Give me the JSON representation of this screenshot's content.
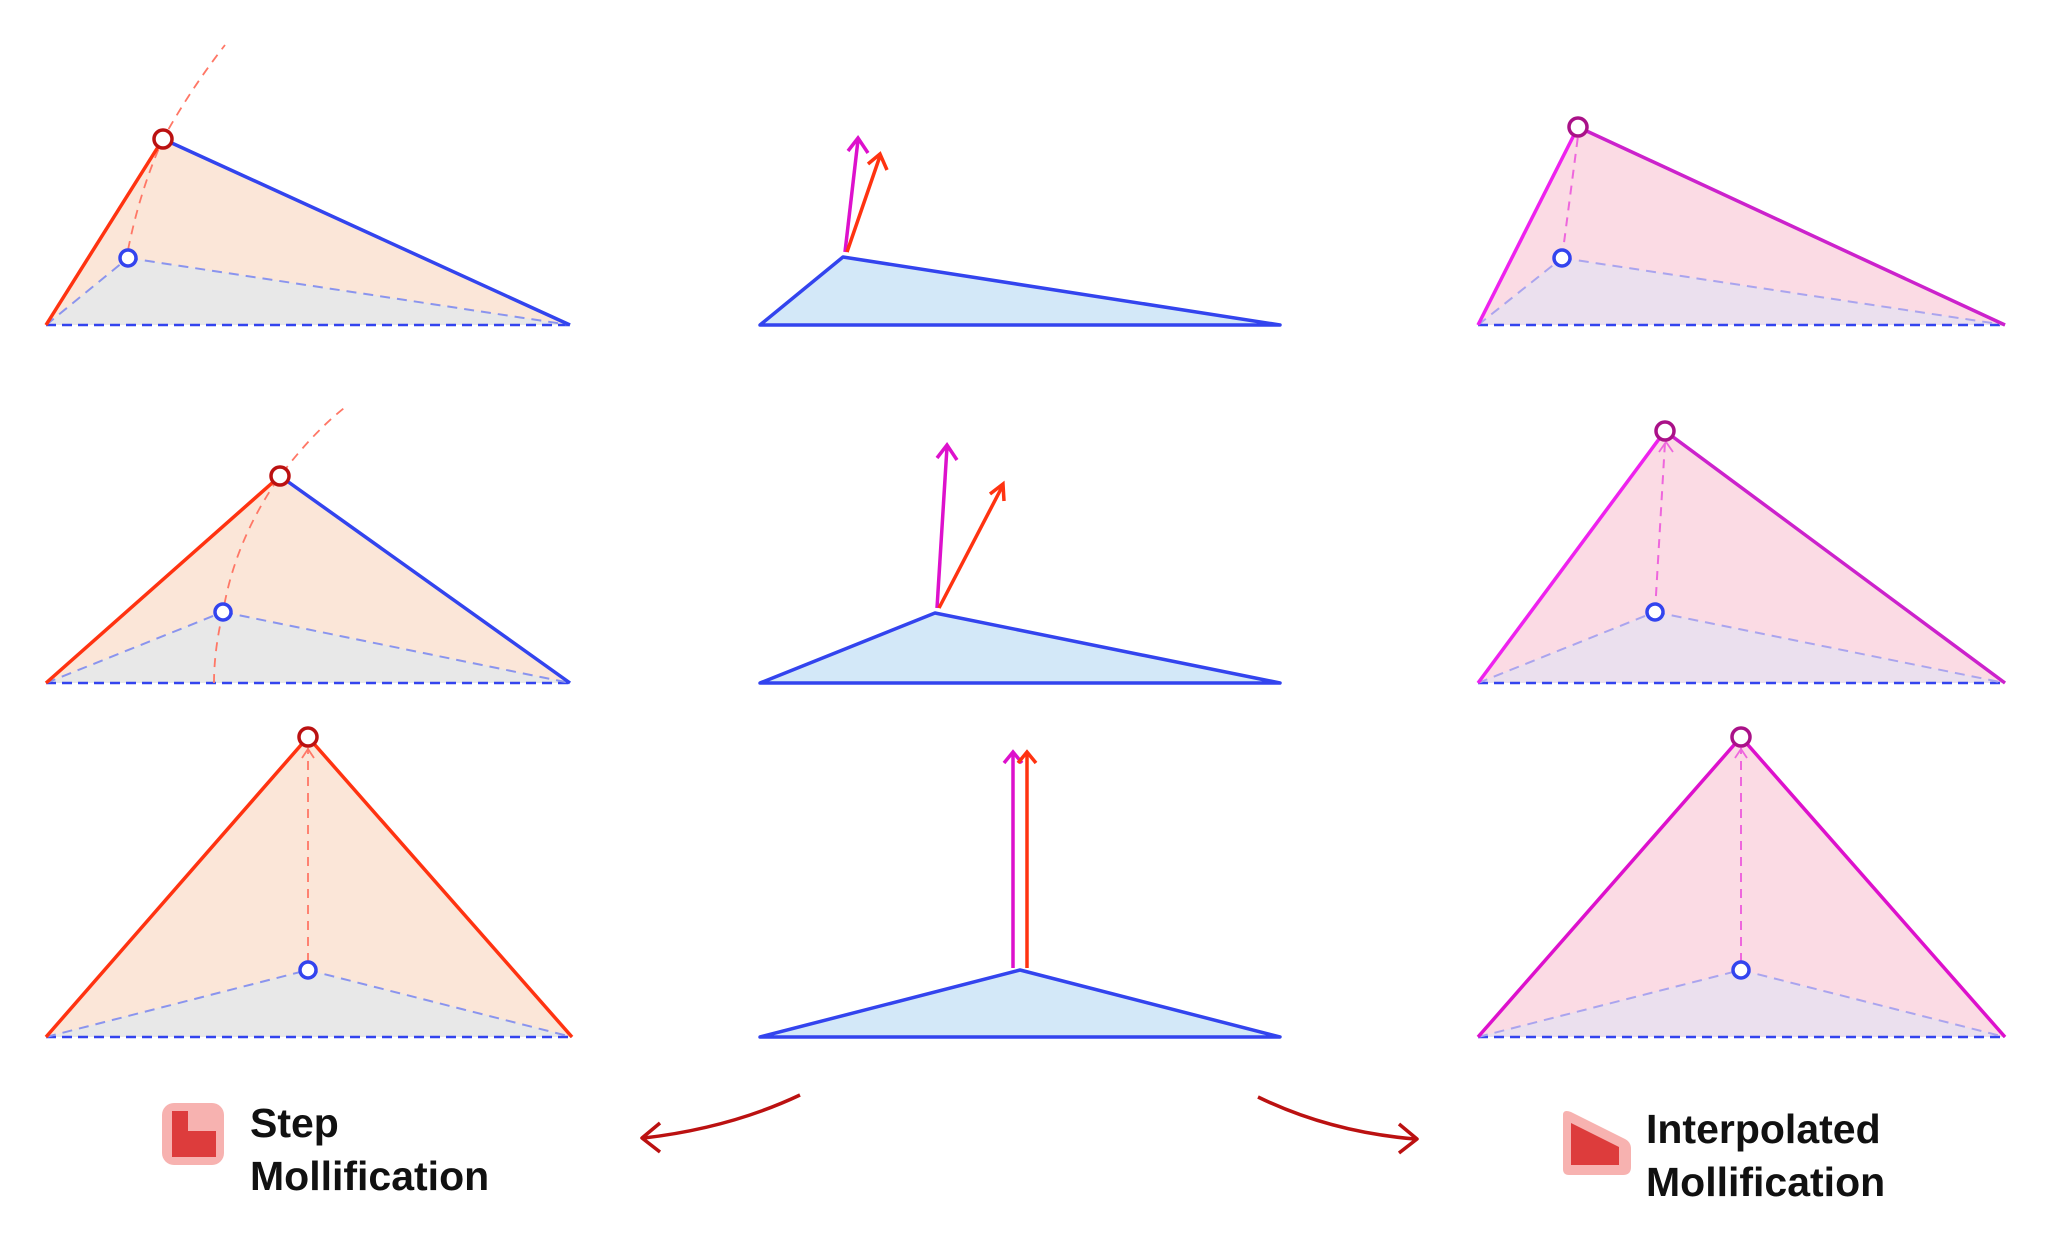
{
  "labels": {
    "left": {
      "line1": "Step",
      "line2": "Mollification"
    },
    "right": {
      "line1": "Interpolated",
      "line2": "Mollification"
    }
  },
  "icons": {
    "left": "step-mollifier-icon",
    "right": "interpolated-mollifier-icon"
  },
  "colors": {
    "base": "#3344ee",
    "base_fill": "#d3e8f8",
    "step": "#ff3311",
    "step_fill": "#fbe6d8",
    "interpolated": "#dd11cc",
    "interpolated_fill": "#fbdbe4",
    "arrow_curve": "#bb1111",
    "icon_fill": "#dd3c3c",
    "icon_halo": "#f7b2b0"
  }
}
